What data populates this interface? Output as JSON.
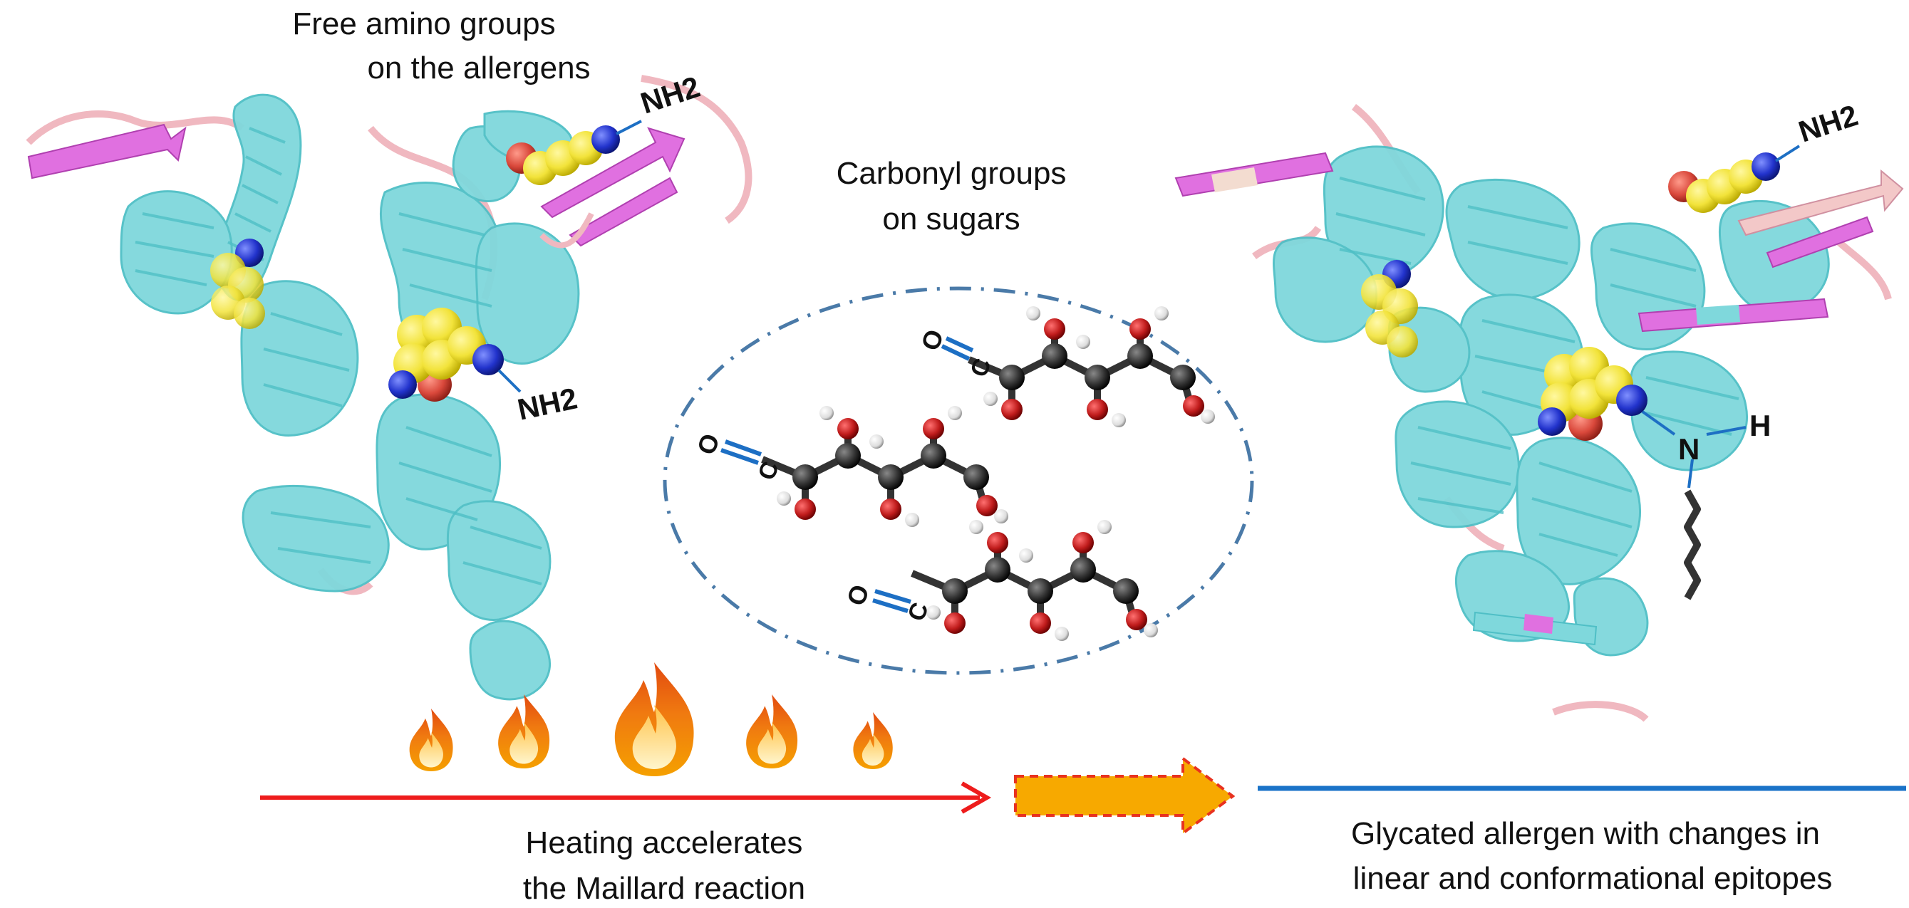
{
  "labels": {
    "free_amino_line1": "Free amino groups",
    "free_amino_line2": "on the allergens",
    "carbonyl_line1": "Carbonyl groups",
    "carbonyl_line2": "on sugars",
    "heating_line1": "Heating accelerates",
    "heating_line2": "the Maillard reaction",
    "glycated_line1": "Glycated allergen with changes in",
    "glycated_line2": "linear and conformational epitopes",
    "nh2_label": "NH2",
    "n_label": "N",
    "h_label": "H",
    "o_label": "O",
    "c_label": "C"
  },
  "colors": {
    "helix": "#7fd8dc",
    "helix_dark": "#4fbfc6",
    "sheet": "#e070e0",
    "loop": "#f0b8c0",
    "carbon_yellow": "#f2e33a",
    "nitrogen_blue": "#2233cc",
    "oxygen_red": "#d9483b",
    "sugar_carbon": "#333333",
    "sugar_oxygen": "#c01c1c",
    "heating_arrow": "#ee1c1c",
    "block_arrow": "#f7a900",
    "block_arrow_border": "#e8321f",
    "result_line": "#1a73c8",
    "ellipse": "#4a7aa8",
    "bond_blue": "#1d6fc4",
    "flame_outer": "#f07a10",
    "flame_inner": "#ffd36a"
  },
  "icons": [
    "protein-ribbon-icon",
    "flame-icon",
    "sugar-molecule-icon",
    "block-arrow-icon"
  ]
}
